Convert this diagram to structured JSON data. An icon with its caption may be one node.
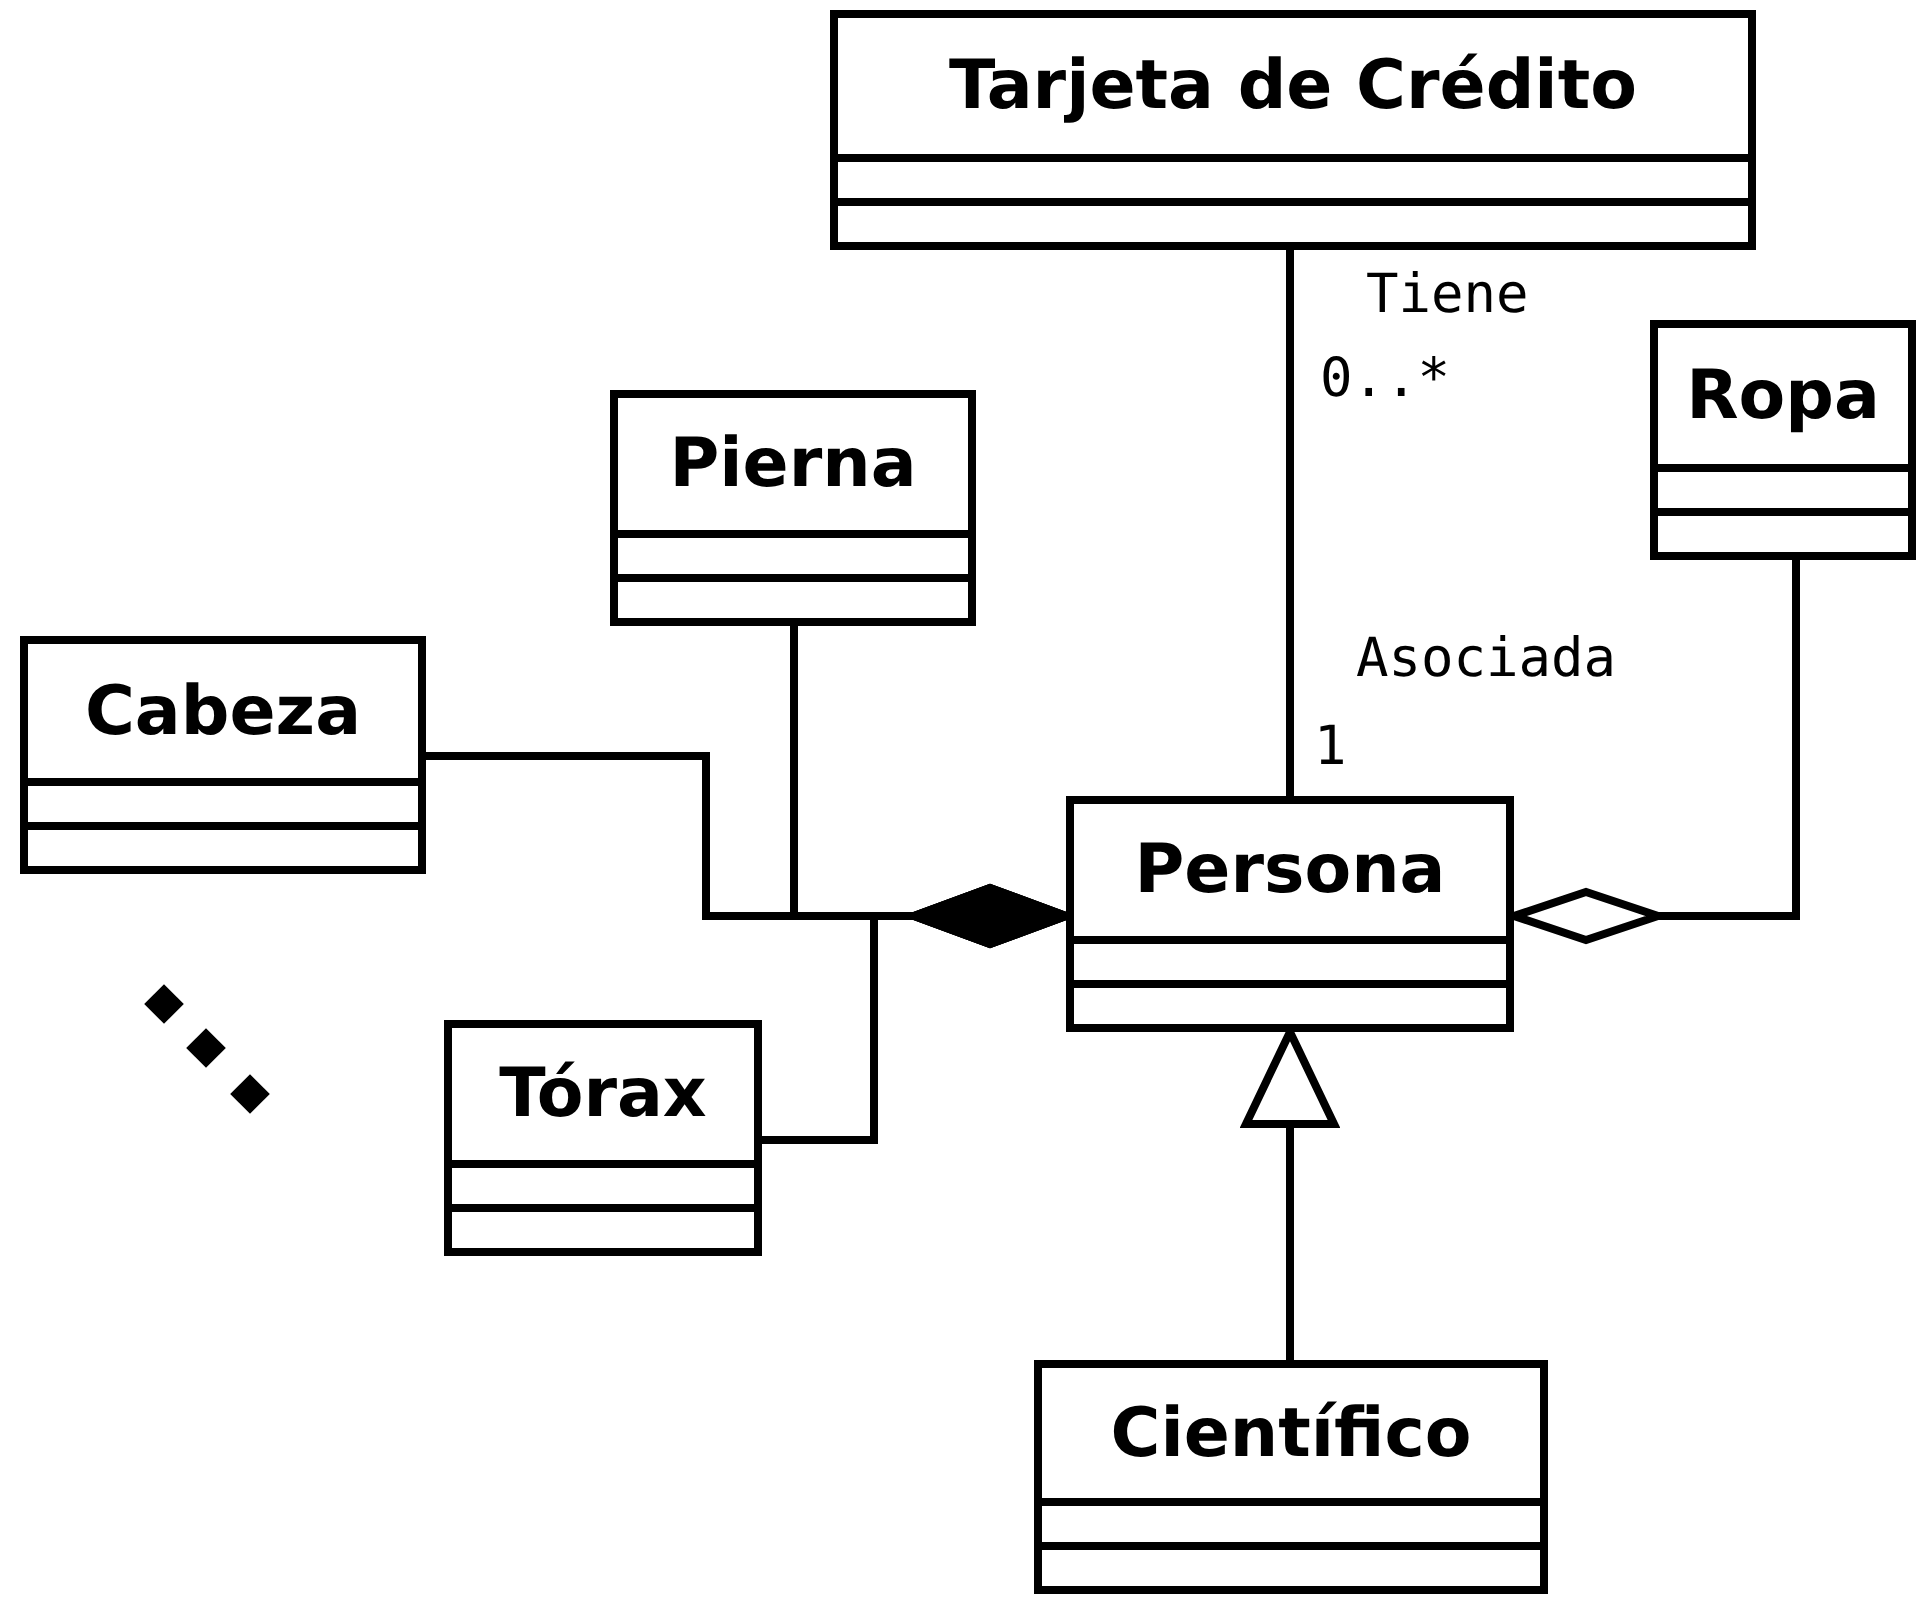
{
  "diagram": {
    "nodes": [
      {
        "text": [
          "Tarjeta de Crédito"
        ]
      },
      {
        "text": [
          "Ropa"
        ]
      },
      {
        "text": [
          "Pierna"
        ]
      },
      {
        "text": [
          "Cabeza"
        ]
      },
      {
        "text": [
          "Persona"
        ]
      },
      {
        "text": [
          "Tórax"
        ]
      },
      {
        "text": [
          "Científico"
        ]
      }
    ],
    "edges": [
      {
        "from": 0,
        "to": 4,
        "arrow": "none"
      },
      {
        "from": 3,
        "to": 4,
        "arrow": "other"
      },
      {
        "from": 2,
        "to": 4,
        "arrow": "other"
      },
      {
        "from": 5,
        "to": 4,
        "arrow": "other"
      },
      {
        "from": 1,
        "to": 4,
        "arrow": "other"
      },
      {
        "from": 6,
        "to": 4,
        "arrow": "to"
      }
    ],
    "labels": [
      "Tiene",
      "0..*",
      "Asociada",
      "1"
    ]
  }
}
